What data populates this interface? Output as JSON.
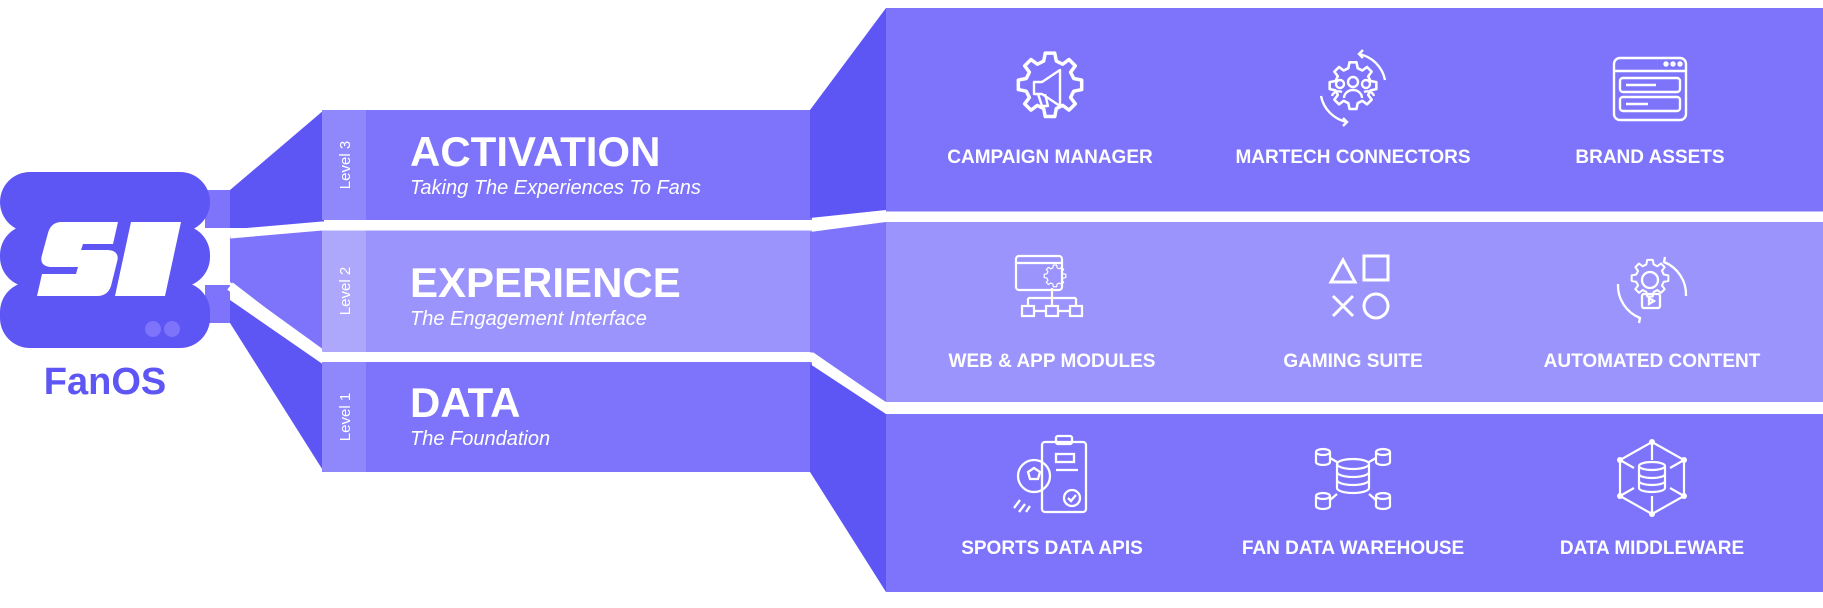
{
  "colors": {
    "dark": "#5E55F5",
    "mid": "#7D74FB",
    "light": "#9B94FC",
    "lighter": "#AEA8FD",
    "text": "#FFFFFF",
    "logo_text": "#5E55F5"
  },
  "logo": {
    "glyph": "SI",
    "name": "FanOS"
  },
  "levels": [
    {
      "level_label": "Level 3",
      "title": "ACTIVATION",
      "subtitle": "Taking The Experiences To Fans",
      "modules": [
        {
          "label": "CAMPAIGN MANAGER",
          "icon": "megaphone-gear-icon"
        },
        {
          "label": "MARTECH CONNECTORS",
          "icon": "people-cycle-gear-icon"
        },
        {
          "label": "BRAND ASSETS",
          "icon": "browser-window-icon"
        }
      ]
    },
    {
      "level_label": "Level 2",
      "title": "EXPERIENCE",
      "subtitle": "The Engagement Interface",
      "modules": [
        {
          "label": "WEB & APP MODULES",
          "icon": "web-sitemap-icon"
        },
        {
          "label": "GAMING SUITE",
          "icon": "controller-shapes-icon"
        },
        {
          "label": "AUTOMATED CONTENT",
          "icon": "content-gear-cycle-icon"
        }
      ]
    },
    {
      "level_label": "Level 1",
      "title": "DATA",
      "subtitle": "The Foundation",
      "modules": [
        {
          "label": "SPORTS DATA APIS",
          "icon": "sports-clipboard-icon"
        },
        {
          "label": "FAN DATA WAREHOUSE",
          "icon": "database-network-icon"
        },
        {
          "label": "DATA MIDDLEWARE",
          "icon": "database-hexagon-icon"
        }
      ]
    }
  ]
}
